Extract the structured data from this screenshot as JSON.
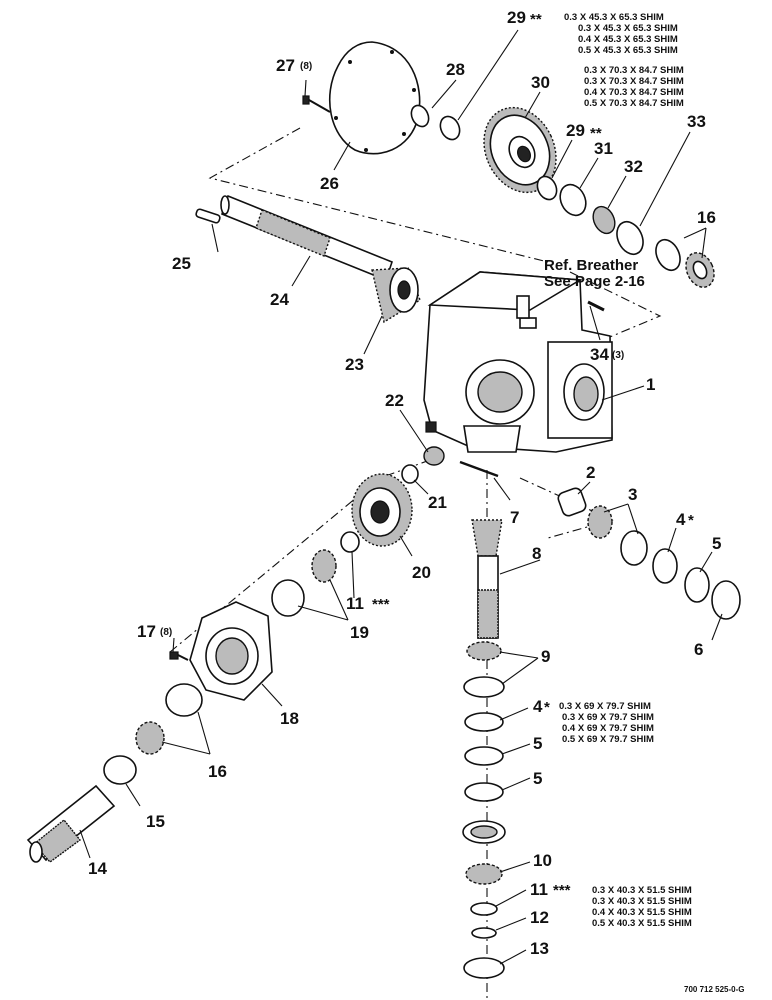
{
  "labels": {
    "p27": "27",
    "p27_qty": "(8)",
    "p28": "28",
    "p29a": "29",
    "p29a_mark": "**",
    "p30": "30",
    "p29b": "29",
    "p29b_mark": "**",
    "p31": "31",
    "p32": "32",
    "p33": "33",
    "p16a": "16",
    "p26": "26",
    "p25": "25",
    "p24": "24",
    "p23": "23",
    "p34": "34",
    "p34_qty": "(3)",
    "p1": "1",
    "p22": "22",
    "p21": "21",
    "p7": "7",
    "p20": "20",
    "p2": "2",
    "p3": "3",
    "p4a": "4",
    "p4a_mark": "*",
    "p5a": "5",
    "p6": "6",
    "p8": "8",
    "p11a": "11",
    "p11a_mark": "***",
    "p17": "17",
    "p17_qty": "(8)",
    "p19": "19",
    "p18": "18",
    "p9": "9",
    "p4b": "4",
    "p4b_mark": "*",
    "p5b": "5",
    "p5c": "5",
    "p16b": "16",
    "p15": "15",
    "p14": "14",
    "p10": "10",
    "p11b": "11",
    "p11b_mark": "***",
    "p12": "12",
    "p13": "13"
  },
  "shim_tables": {
    "t29a": [
      "0.3 X 45.3 X 65.3 SHIM",
      "0.3 X 45.3 X 65.3 SHIM",
      "0.4 X 45.3 X 65.3 SHIM",
      "0.5 X 45.3 X 65.3 SHIM"
    ],
    "t29b": [
      "0.3 X 70.3 X 84.7 SHIM",
      "0.3 X 70.3 X 84.7 SHIM",
      "0.4 X 70.3 X 84.7 SHIM",
      "0.5 X 70.3 X 84.7 SHIM"
    ],
    "t4": [
      "0.3 X 69 X 79.7 SHIM",
      "0.3 X 69 X 79.7 SHIM",
      "0.4 X 69 X 79.7 SHIM",
      "0.5 X 69 X 79.7 SHIM"
    ],
    "t11": [
      "0.3 X 40.3 X 51.5 SHIM",
      "0.3 X 40.3 X 51.5 SHIM",
      "0.4 X 40.3 X 51.5 SHIM",
      "0.5 X 40.3 X 51.5 SHIM"
    ]
  },
  "note": {
    "line1": "Ref. Breather",
    "line2": "See Page 2-16"
  },
  "figure_id": "700 712 525-0-G"
}
